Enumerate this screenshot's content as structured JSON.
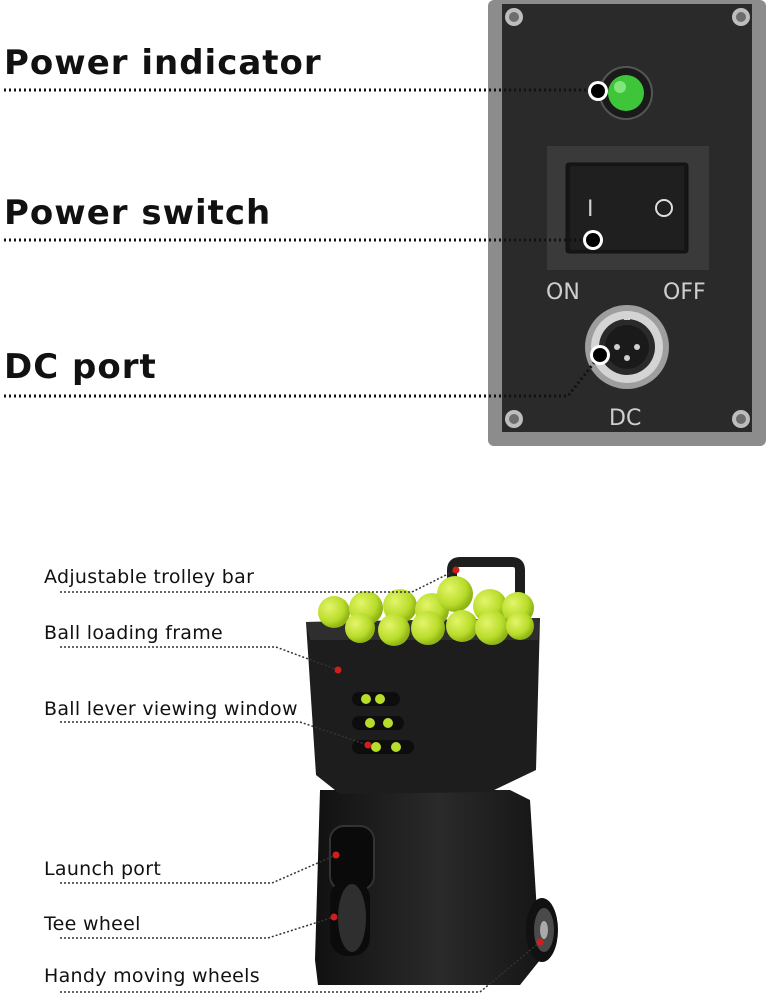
{
  "top": {
    "labels": {
      "power_indicator": "Power indicator",
      "power_switch": "Power switch",
      "dc_port": "DC port"
    },
    "panel": {
      "on_text": "ON",
      "off_text": "OFF",
      "dc_text": "DC",
      "switch_on_symbol": "I",
      "switch_off_symbol": "O"
    }
  },
  "bottom": {
    "labels": {
      "trolley_bar": "Adjustable trolley bar",
      "loading_frame": "Ball loading frame",
      "viewing_window": "Ball lever viewing window",
      "launch_port": "Launch port",
      "tee_wheel": "Tee wheel",
      "moving_wheels": "Handy moving wheels"
    }
  },
  "colors": {
    "indicator_green": "#3fc53a",
    "panel_dark": "#2b2b2b",
    "panel_frame": "#8a8a8a",
    "ball_yellow": "#b8dc2a",
    "machine_black": "#1c1c1c",
    "marker_red": "#d21d1d"
  }
}
